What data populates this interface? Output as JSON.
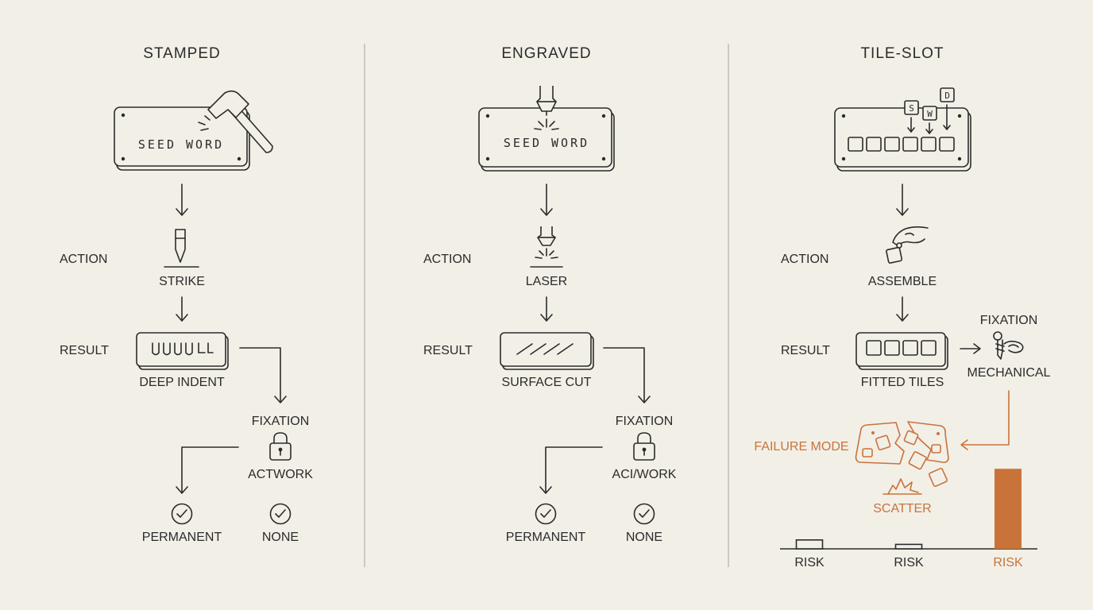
{
  "colors": {
    "background": "#f2efe7",
    "ink": "#2b2b2b",
    "accent": "#c9733a"
  },
  "columns": [
    {
      "title": "STAMPED",
      "plate_text": "SEED WORD",
      "action_label": "ACTION",
      "action": "STRIKE",
      "result_label": "RESULT",
      "result": "DEEP INDENT",
      "fixation_label": "FIXATION",
      "fixation": "ACTWORK",
      "outcomes": [
        "PERMANENT",
        "NONE"
      ],
      "risk_label": "RISK",
      "icons": [
        "plate-icon",
        "hammer-icon",
        "punch-icon",
        "indented-plate-icon",
        "lock-icon",
        "check-circle-icon"
      ]
    },
    {
      "title": "ENGRAVED",
      "plate_text": "SEED WORD",
      "action_label": "ACTION",
      "action": "LASER",
      "result_label": "RESULT",
      "result": "SURFACE CUT",
      "fixation_label": "FIXATION",
      "fixation": "ACI/WORK",
      "outcomes": [
        "PERMANENT",
        "NONE"
      ],
      "risk_label": "RISK",
      "icons": [
        "plate-icon",
        "laser-head-icon",
        "engraved-plate-icon",
        "lock-icon",
        "check-circle-icon"
      ]
    },
    {
      "title": "TILE-SLOT",
      "tile_letters": [
        "S",
        "W",
        "D"
      ],
      "action_label": "ACTION",
      "action": "ASSEMBLE",
      "result_label": "RESULT",
      "result": "FITTED TILES",
      "fixation_label": "FIXATION",
      "fixation": "MECHANICAL",
      "failure_label": "FAILURE MODE",
      "failure_result": "SCATTER",
      "risk_label": "RISK",
      "icons": [
        "tile-plate-icon",
        "hand-placing-tile-icon",
        "screw-clip-icon",
        "broken-plate-icon",
        "scatter-burst-icon"
      ]
    }
  ],
  "risk_chart": {
    "labels": [
      "RISK",
      "RISK",
      "RISK"
    ],
    "values": [
      0.1,
      0.05,
      0.9
    ],
    "highlight_index": 2
  }
}
